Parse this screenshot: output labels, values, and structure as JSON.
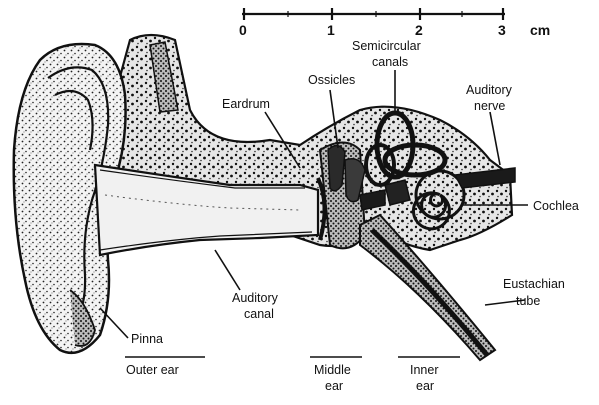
{
  "diagram": {
    "scale": {
      "ticks": [
        "0",
        "1",
        "2",
        "3"
      ],
      "unit": "cm"
    },
    "labels": {
      "eardrum": "Eardrum",
      "ossicles": "Ossicles",
      "semicircular_canals_line1": "Semicircular",
      "semicircular_canals_line2": "canals",
      "auditory_nerve_line1": "Auditory",
      "auditory_nerve_line2": "nerve",
      "cochlea": "Cochlea",
      "eustachian_tube_line1": "Eustachian",
      "eustachian_tube_line2": "tube",
      "auditory_canal_line1": "Auditory",
      "auditory_canal_line2": "canal",
      "pinna": "Pinna"
    },
    "regions": {
      "outer_ear": "Outer ear",
      "middle_ear_line1": "Middle",
      "middle_ear_line2": "ear",
      "inner_ear_line1": "Inner",
      "inner_ear_line2": "ear"
    }
  }
}
